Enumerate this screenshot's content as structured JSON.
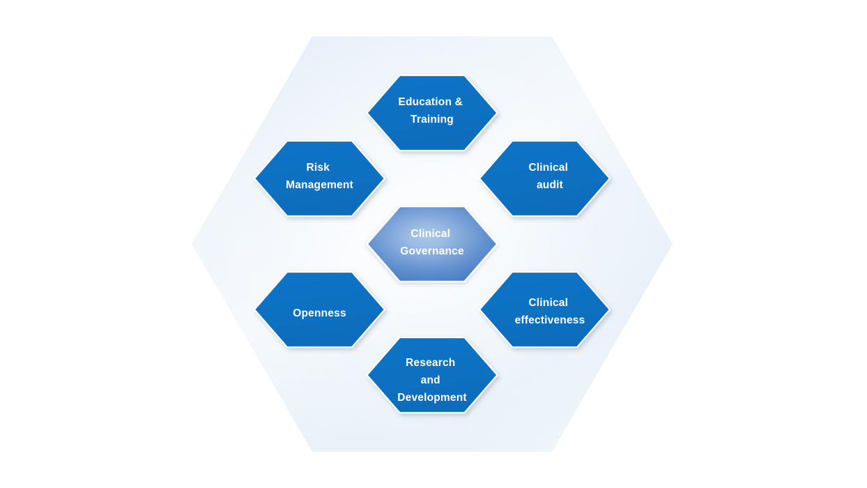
{
  "diagram": {
    "title": "Clinical Governance",
    "type": "hexagon-cluster",
    "background_color": "#ffffff",
    "colors": {
      "hex_blue": "#0B72C4",
      "hex_blue_dark": "#0A6AB6",
      "center_light": "#8FB2E0",
      "center_mid": "#5E8DCF",
      "center_edge": "#4077C2",
      "backdrop_light": "#F2F7FC",
      "backdrop_mid": "#E2EDF7",
      "label_text": "#ffffff",
      "outline": "#ffffff"
    },
    "center": {
      "id": "clinical-governance",
      "label": "Clinical Governance",
      "lines": [
        "Clinical",
        "Governance"
      ]
    },
    "petals": [
      {
        "id": "education-and-training",
        "label": "Education & Training",
        "lines": [
          "Education &",
          "Training"
        ],
        "position": "top"
      },
      {
        "id": "clinical-audit",
        "label": "Clinical audit",
        "lines": [
          "Clinical",
          "audit"
        ],
        "position": "top-right"
      },
      {
        "id": "clinical-effectiveness",
        "label": "Clinical effectiveness",
        "lines": [
          "Clinical",
          "effectiveness"
        ],
        "position": "bottom-right"
      },
      {
        "id": "research-and-development",
        "label": "Research and Development",
        "lines": [
          "Research",
          "and",
          "Development"
        ],
        "position": "bottom"
      },
      {
        "id": "openness",
        "label": "Openness",
        "lines": [
          "Openness"
        ],
        "position": "bottom-left"
      },
      {
        "id": "risk-management",
        "label": "Risk Management",
        "lines": [
          "Risk",
          "Management"
        ],
        "position": "top-left"
      }
    ]
  }
}
